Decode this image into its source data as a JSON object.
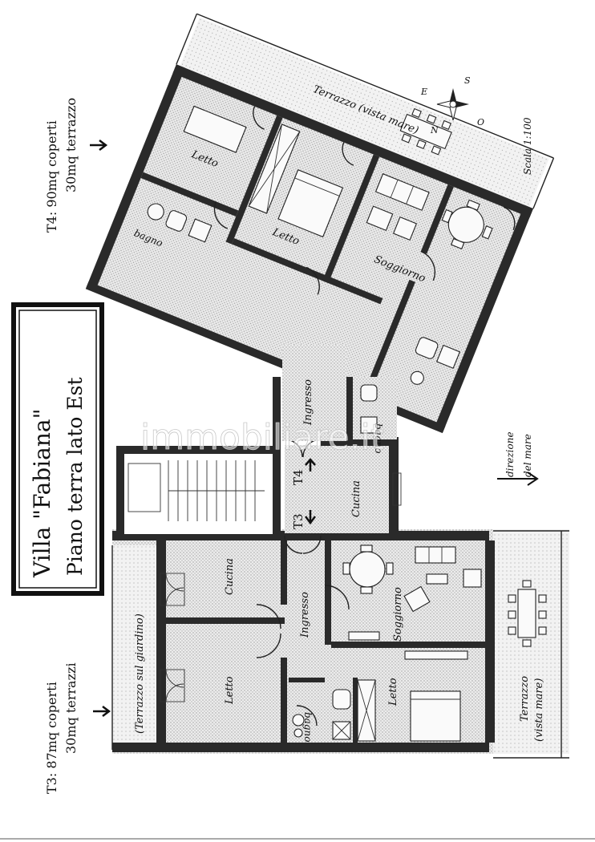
{
  "title": {
    "line1": "Villa \"Fabiana\"",
    "line2": "Piano terra lato Est"
  },
  "t4_info": {
    "line1": "T4: 90mq coperti",
    "line2": "30mq terrazzo"
  },
  "t3_info": {
    "line1": "T3: 87mq coperti",
    "line2": "30mq terrazzi"
  },
  "scale": "Scala 1:100",
  "compass": {
    "n": "N",
    "e": "E",
    "s": "S",
    "o": "O"
  },
  "sea_direction": {
    "line1": "direzione",
    "line2": "del mare"
  },
  "unit_markers": {
    "t4": "T4",
    "t3": "T3"
  },
  "watermark": "immobiliare.it",
  "rooms_t4": {
    "terrazzo": "Terrazzo (vista mare)",
    "letto1": "Letto",
    "letto2": "Letto",
    "bagno1": "bagno",
    "soggiorno": "Soggiorno",
    "ingresso": "Ingresso",
    "bagno2": "bagno",
    "cucina": "Cucina"
  },
  "rooms_t3": {
    "terrazzo_giardino": "(Terrazzo sul giardino)",
    "cucina": "Cucina",
    "letto1": "Letto",
    "ingresso": "Ingresso",
    "soggiorno": "Soggiorno",
    "bagno": "bagno",
    "letto2": "Letto",
    "terrazzo_mare_1": "Terrazzo",
    "terrazzo_mare_2": "(vista mare)"
  }
}
